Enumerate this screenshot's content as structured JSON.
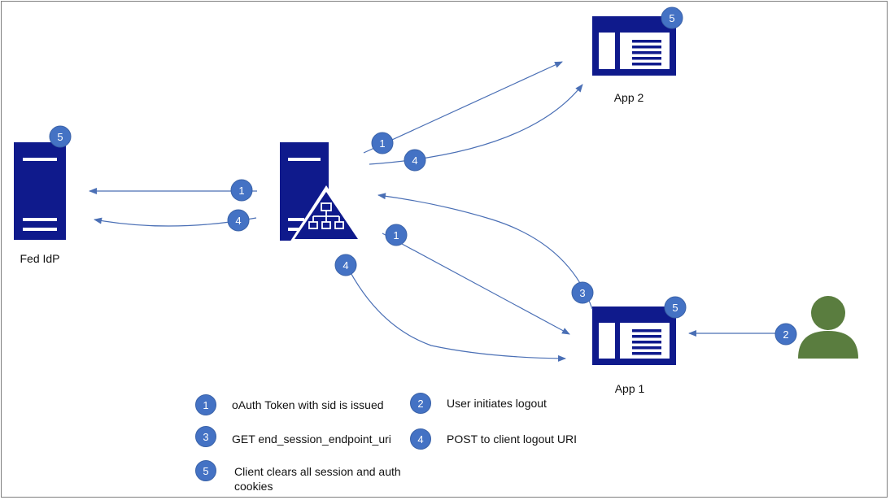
{
  "labels": {
    "fed_idp": "Fed IdP",
    "app2": "App 2",
    "app1": "App 1"
  },
  "badges": {
    "b1": "1",
    "b2": "2",
    "b3": "3",
    "b4": "4",
    "b5": "5"
  },
  "legend": [
    {
      "num": "1",
      "text": "oAuth Token with sid is issued"
    },
    {
      "num": "2",
      "text": "User initiates logout"
    },
    {
      "num": "3",
      "text": "GET end_session_endpoint_uri"
    },
    {
      "num": "4",
      "text": "POST to client logout URI"
    },
    {
      "num": "5",
      "text": "Client clears all session and auth cookies"
    }
  ],
  "colors": {
    "navy": "#0f1a8c",
    "badge": "#4472c4",
    "arrow": "#4a6fb5",
    "user": "#5a7d3f"
  }
}
